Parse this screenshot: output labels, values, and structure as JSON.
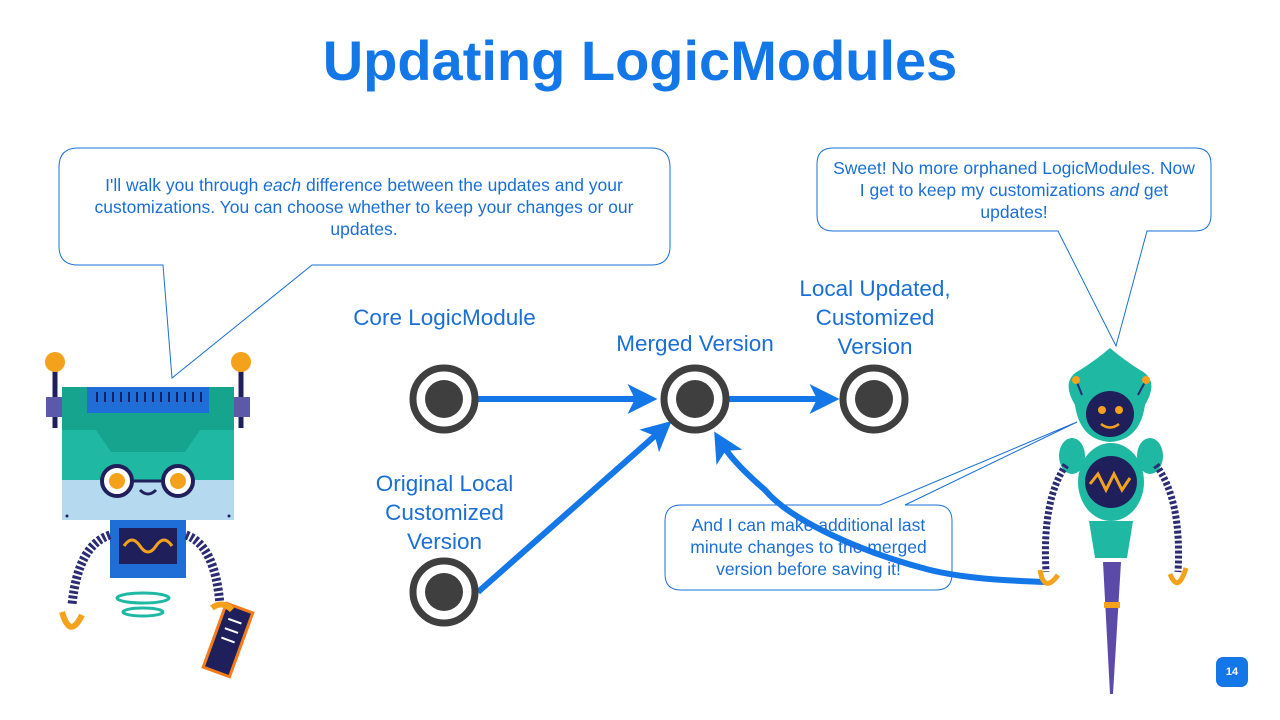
{
  "slide": {
    "title": "Updating LogicModules",
    "page_number": "14"
  },
  "bubbles": {
    "left": {
      "before": "I'll walk you through ",
      "emphasis": "each",
      "after": " difference between the updates and your customizations. You can choose whether to keep your changes or our updates."
    },
    "right": {
      "before": "Sweet! No more orphaned LogicModules. Now I get to keep my customizations ",
      "emphasis": "and",
      "after": " get updates!"
    },
    "bottom": {
      "text": "And I can make additional last minute changes to the merged version before saving it!"
    }
  },
  "diagram": {
    "nodes": {
      "core": "Core LogicModule",
      "original": "Original Local Customized Version",
      "merged": "Merged Version",
      "updated": "Local Updated, Customized Version"
    }
  },
  "colors": {
    "title": "#1477e8",
    "text": "#1a6fd6",
    "bubble_border": "#1a6fd6",
    "arrow": "#1477e8",
    "node_ring": "#3f3f3f",
    "badge": "#1477e8"
  }
}
